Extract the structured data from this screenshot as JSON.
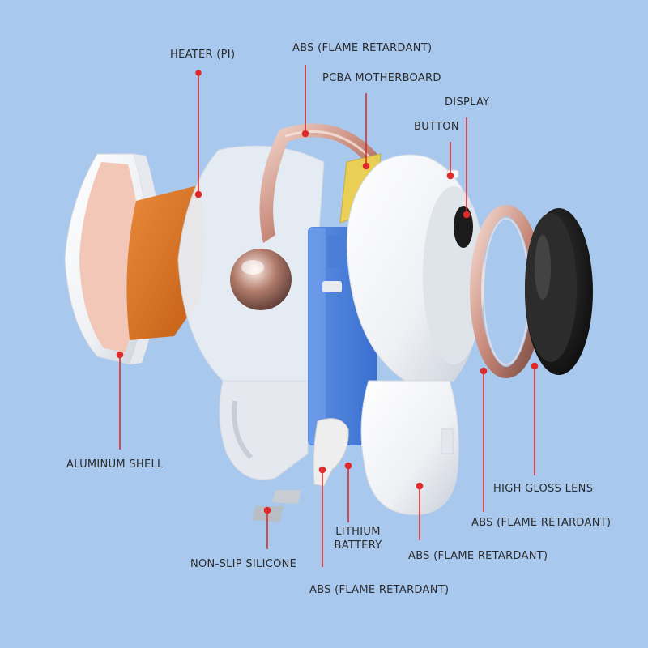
{
  "colors": {
    "background": "#a9c8ee",
    "leader_line": "#e02a2a",
    "label_text": "#2b2b2b"
  },
  "labels": {
    "heater": "HEATER (PI)",
    "abs_top": "ABS (FLAME RETARDANT)",
    "pcba": "PCBA MOTHERBOARD",
    "display": "DISPLAY",
    "button": "BUTTON",
    "aluminum_shell": "ALUMINUM SHELL",
    "high_gloss_lens": "HIGH GLOSS LENS",
    "abs_ring": "ABS (FLAME RETARDANT)",
    "lithium_battery_line1": "LITHIUM",
    "lithium_battery_line2": "BATTERY",
    "abs_body": "ABS (FLAME RETARDANT)",
    "non_slip_silicone": "NON-SLIP SILICONE",
    "abs_bottom": "ABS (FLAME RETARDANT)"
  }
}
